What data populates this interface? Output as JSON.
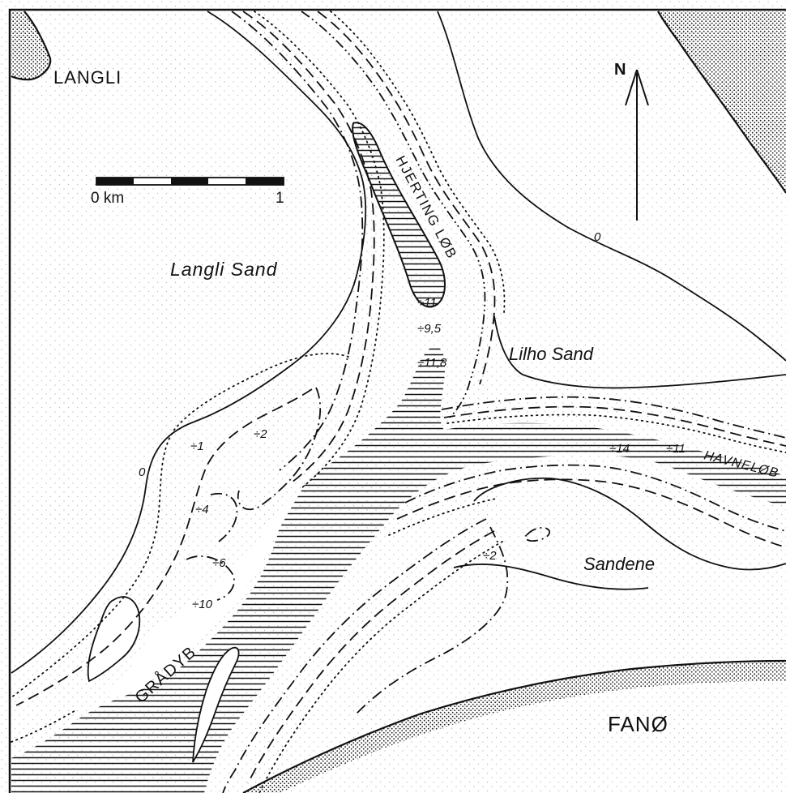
{
  "places": {
    "langli": "LANGLI",
    "langli_sand": "Langli Sand",
    "lilho_sand": "Lilho Sand",
    "sandene": "Sandene",
    "fano": "FANØ",
    "hjerting_lob": "HJERTING LØB",
    "havnelob": "HAVNELØB",
    "gradyb": "GRÅDYB"
  },
  "scale_bar": {
    "start_label": "0 km",
    "end_label": "1"
  },
  "north_arrow": {
    "label": "N"
  },
  "depth_labels": {
    "d0_east": "0",
    "d0_west": "0",
    "d11": "÷11",
    "d95": "÷9,5",
    "d118": "÷11,8",
    "d14": "÷14",
    "d11_east": "÷11",
    "d1": "÷1",
    "d2_west": "÷2",
    "d4": "÷4",
    "d6": "÷6",
    "d10": "÷10",
    "d2_east": "÷2"
  },
  "legend_patterns": {
    "sand_dots": "#bdbdbd",
    "land_stipple": "#222222",
    "deep_hatch": "#111111"
  }
}
